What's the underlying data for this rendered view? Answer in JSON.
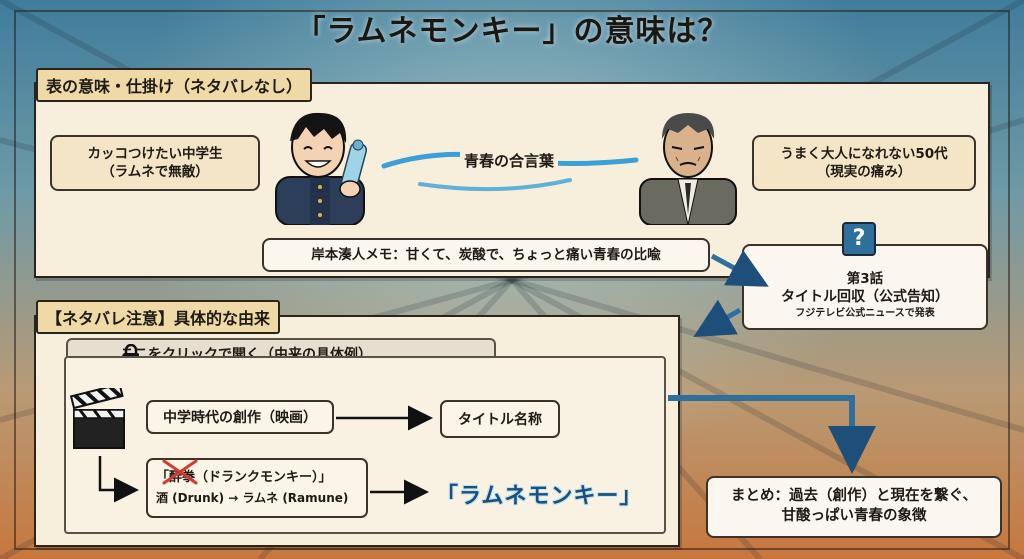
{
  "title": "「ラムネモンキー」の意味は？",
  "section1": {
    "tab": "表の意味・仕掛け（ネタバレなし）",
    "left_box": {
      "line1": "カッコつけたい中学生",
      "line2": "（ラムネで無敵）"
    },
    "right_box": {
      "line1": "うまく大人になれない50代",
      "line2": "（現実の痛み）"
    },
    "center_label": "青春の合言葉",
    "memo": "岸本湊人メモ：甘くて、炭酸で、ちょっと痛い青春の比喩"
  },
  "episode_box": {
    "icon": "?",
    "line1": "第3話",
    "line2": "タイトル回収（公式告知）",
    "line3": "フジテレビ公式ニュースで発表"
  },
  "section2": {
    "tab": "【ネタバレ注意】具体的な由来",
    "spoiler_button": "ここをクリックで開く（由来の具体例）",
    "flow1": "中学時代の創作（映画）",
    "flow2": "タイトル名称",
    "drunk_line1": "「酔拳（ドランクモンキー）」",
    "drunk_line2": "酒 (Drunk) → ラムネ (Ramune)",
    "result": "「ラムネモンキー」"
  },
  "summary": {
    "line1": "まとめ：過去（創作）と現在を繋ぐ、",
    "line2": "甘酸っぱい青春の象徴"
  },
  "colors": {
    "accent": "#1e4e7a",
    "panel": "#f7efdc",
    "tab": "#efd9a6"
  }
}
